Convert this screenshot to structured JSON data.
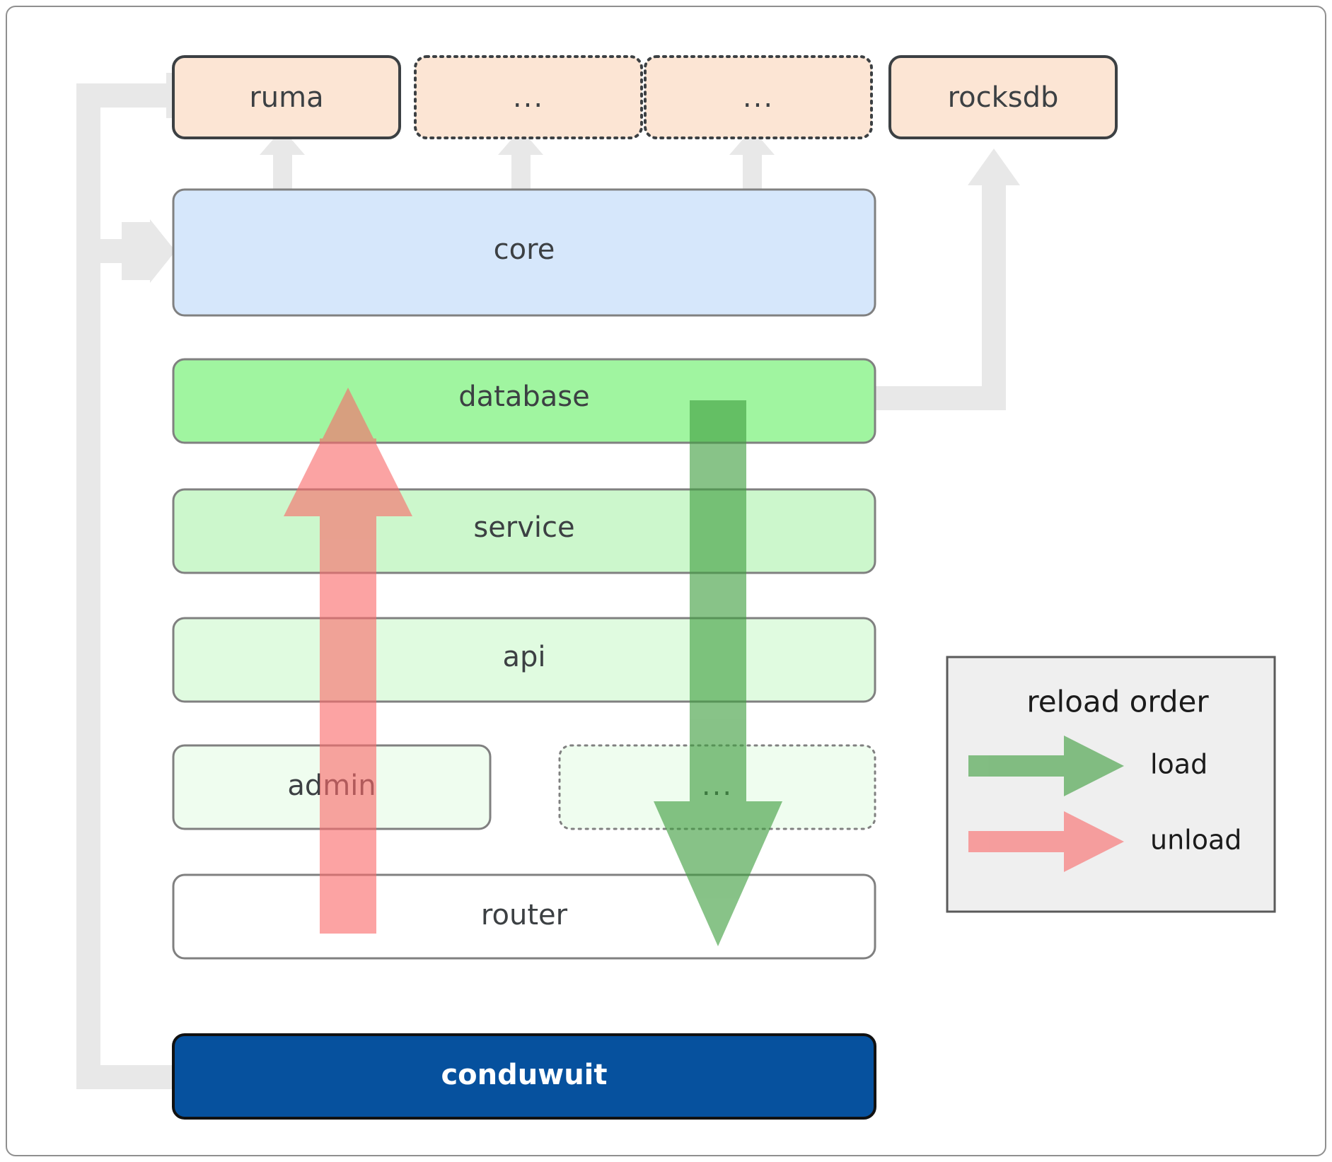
{
  "diagram": {
    "title": "conduwuit crate dependency / reload order diagram",
    "colors": {
      "dependency_fill": "#fce5d4",
      "dependency_stroke": "#3c4043",
      "core_fill": "#d6e7fb",
      "database_fill": "#a0f5a0",
      "service_fill": "#ccf7cc",
      "api_fill": "#e0fbe0",
      "admin_fill": "#effdef",
      "router_fill": "#ffffff",
      "conduwuit_fill": "#06519e",
      "box_stroke": "#808080",
      "connector_gray": "#e8e8e8",
      "load_green": "#5cb85c",
      "unload_red": "#fa8383",
      "legend_bg": "#efefef",
      "legend_stroke": "#5a5a5a"
    },
    "top_dependencies": [
      {
        "label": "ruma",
        "style": "solid",
        "name": "node-ruma"
      },
      {
        "label": "...",
        "style": "dotted",
        "name": "node-dep-ellipsis-1"
      },
      {
        "label": "...",
        "style": "dotted",
        "name": "node-dep-ellipsis-2"
      },
      {
        "label": "rocksdb",
        "style": "solid",
        "name": "node-rocksdb"
      }
    ],
    "stack": [
      {
        "label": "core",
        "name": "node-core"
      },
      {
        "label": "database",
        "name": "node-database"
      },
      {
        "label": "service",
        "name": "node-service"
      },
      {
        "label": "api",
        "name": "node-api"
      },
      {
        "label": "admin",
        "name": "node-admin"
      },
      {
        "label": "...",
        "name": "node-layer-ellipsis"
      },
      {
        "label": "router",
        "name": "node-router"
      }
    ],
    "root": {
      "label": "conduwuit",
      "name": "node-conduwuit"
    },
    "legend": {
      "title": "reload order",
      "entries": [
        {
          "label": "load",
          "color": "#5cb85c",
          "name": "legend-entry-load"
        },
        {
          "label": "unload",
          "color": "#fa8383",
          "name": "legend-entry-unload"
        }
      ]
    }
  }
}
